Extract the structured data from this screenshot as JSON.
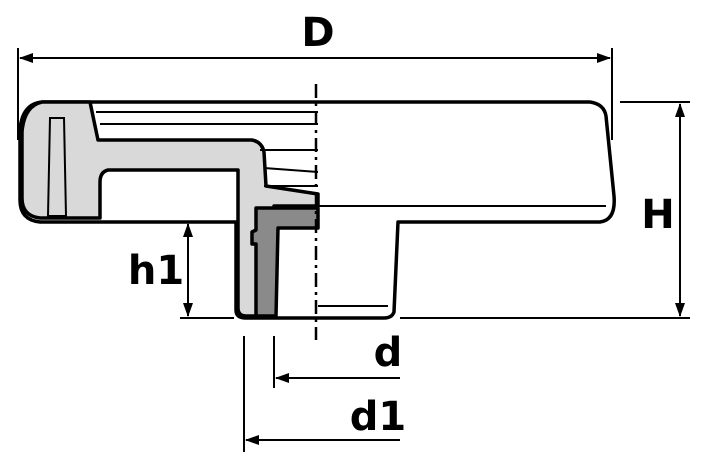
{
  "labels": {
    "D": "D",
    "H": "H",
    "h1": "h1",
    "d": "d",
    "d1": "d1"
  },
  "colors": {
    "line": "#000000",
    "section_light": "#d9d9d9",
    "section_dark": "#8a8a8a",
    "background": "#ffffff"
  }
}
